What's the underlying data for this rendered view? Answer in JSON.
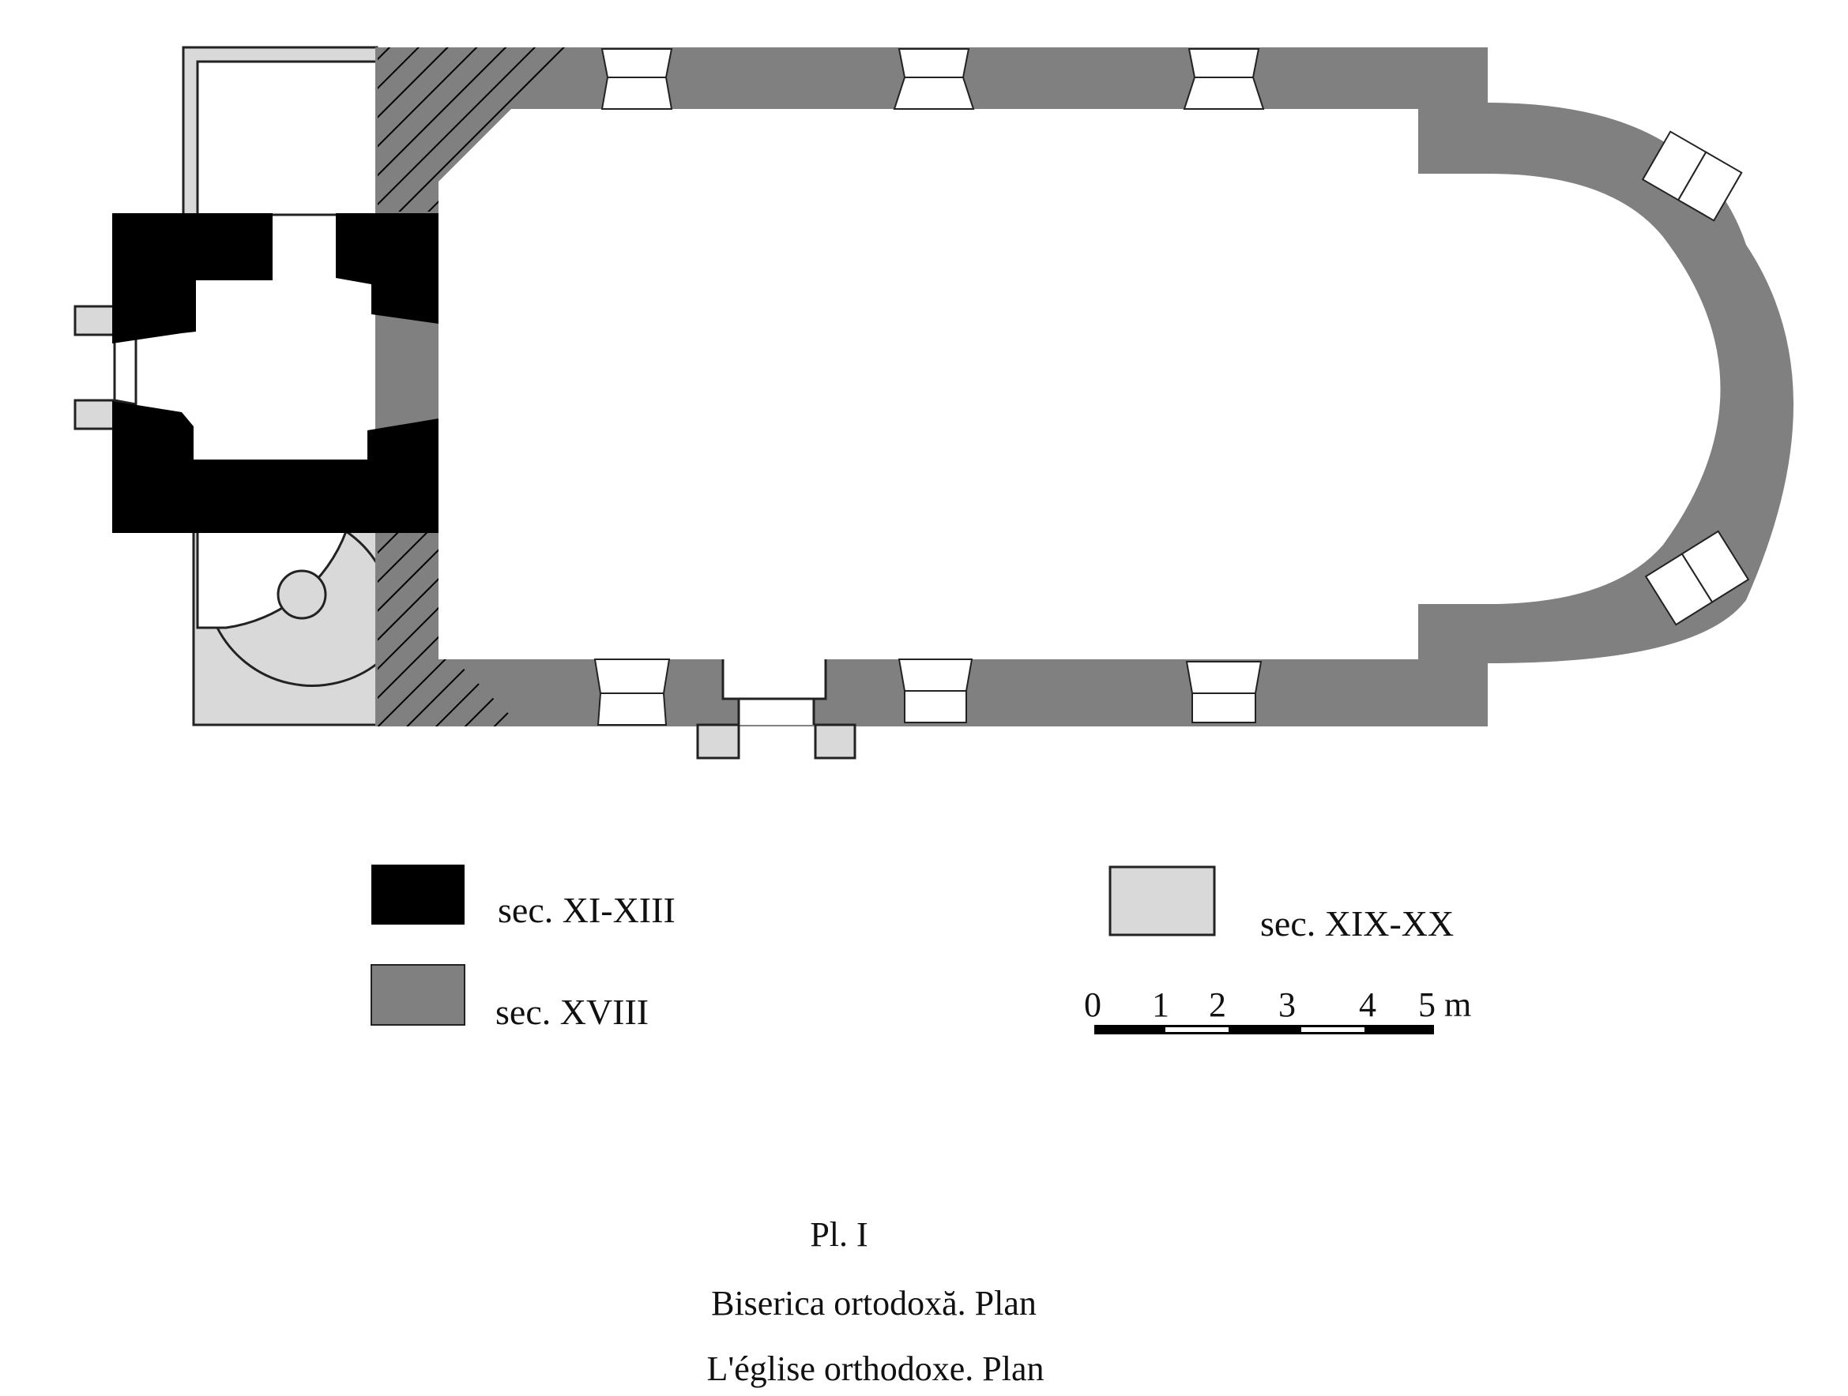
{
  "legend": [
    {
      "label": "sec. XI-XIII",
      "color": "#000000"
    },
    {
      "label": "sec. XVIII",
      "color": "#808080"
    },
    {
      "label": "sec. XIX-XX",
      "color": "#d9d9d9"
    }
  ],
  "scale": {
    "ticks": [
      "0",
      "1",
      "2",
      "3",
      "4",
      "5 m"
    ]
  },
  "caption": {
    "plate": "Pl. I",
    "title_ro": "Biserica ortodoxă. Plan",
    "title_fr": "L'église orthodoxe. Plan"
  },
  "colors": {
    "phase_1": "#000000",
    "phase_2": "#808080",
    "phase_3": "#d9d9d9",
    "openings": "#ffffff"
  }
}
